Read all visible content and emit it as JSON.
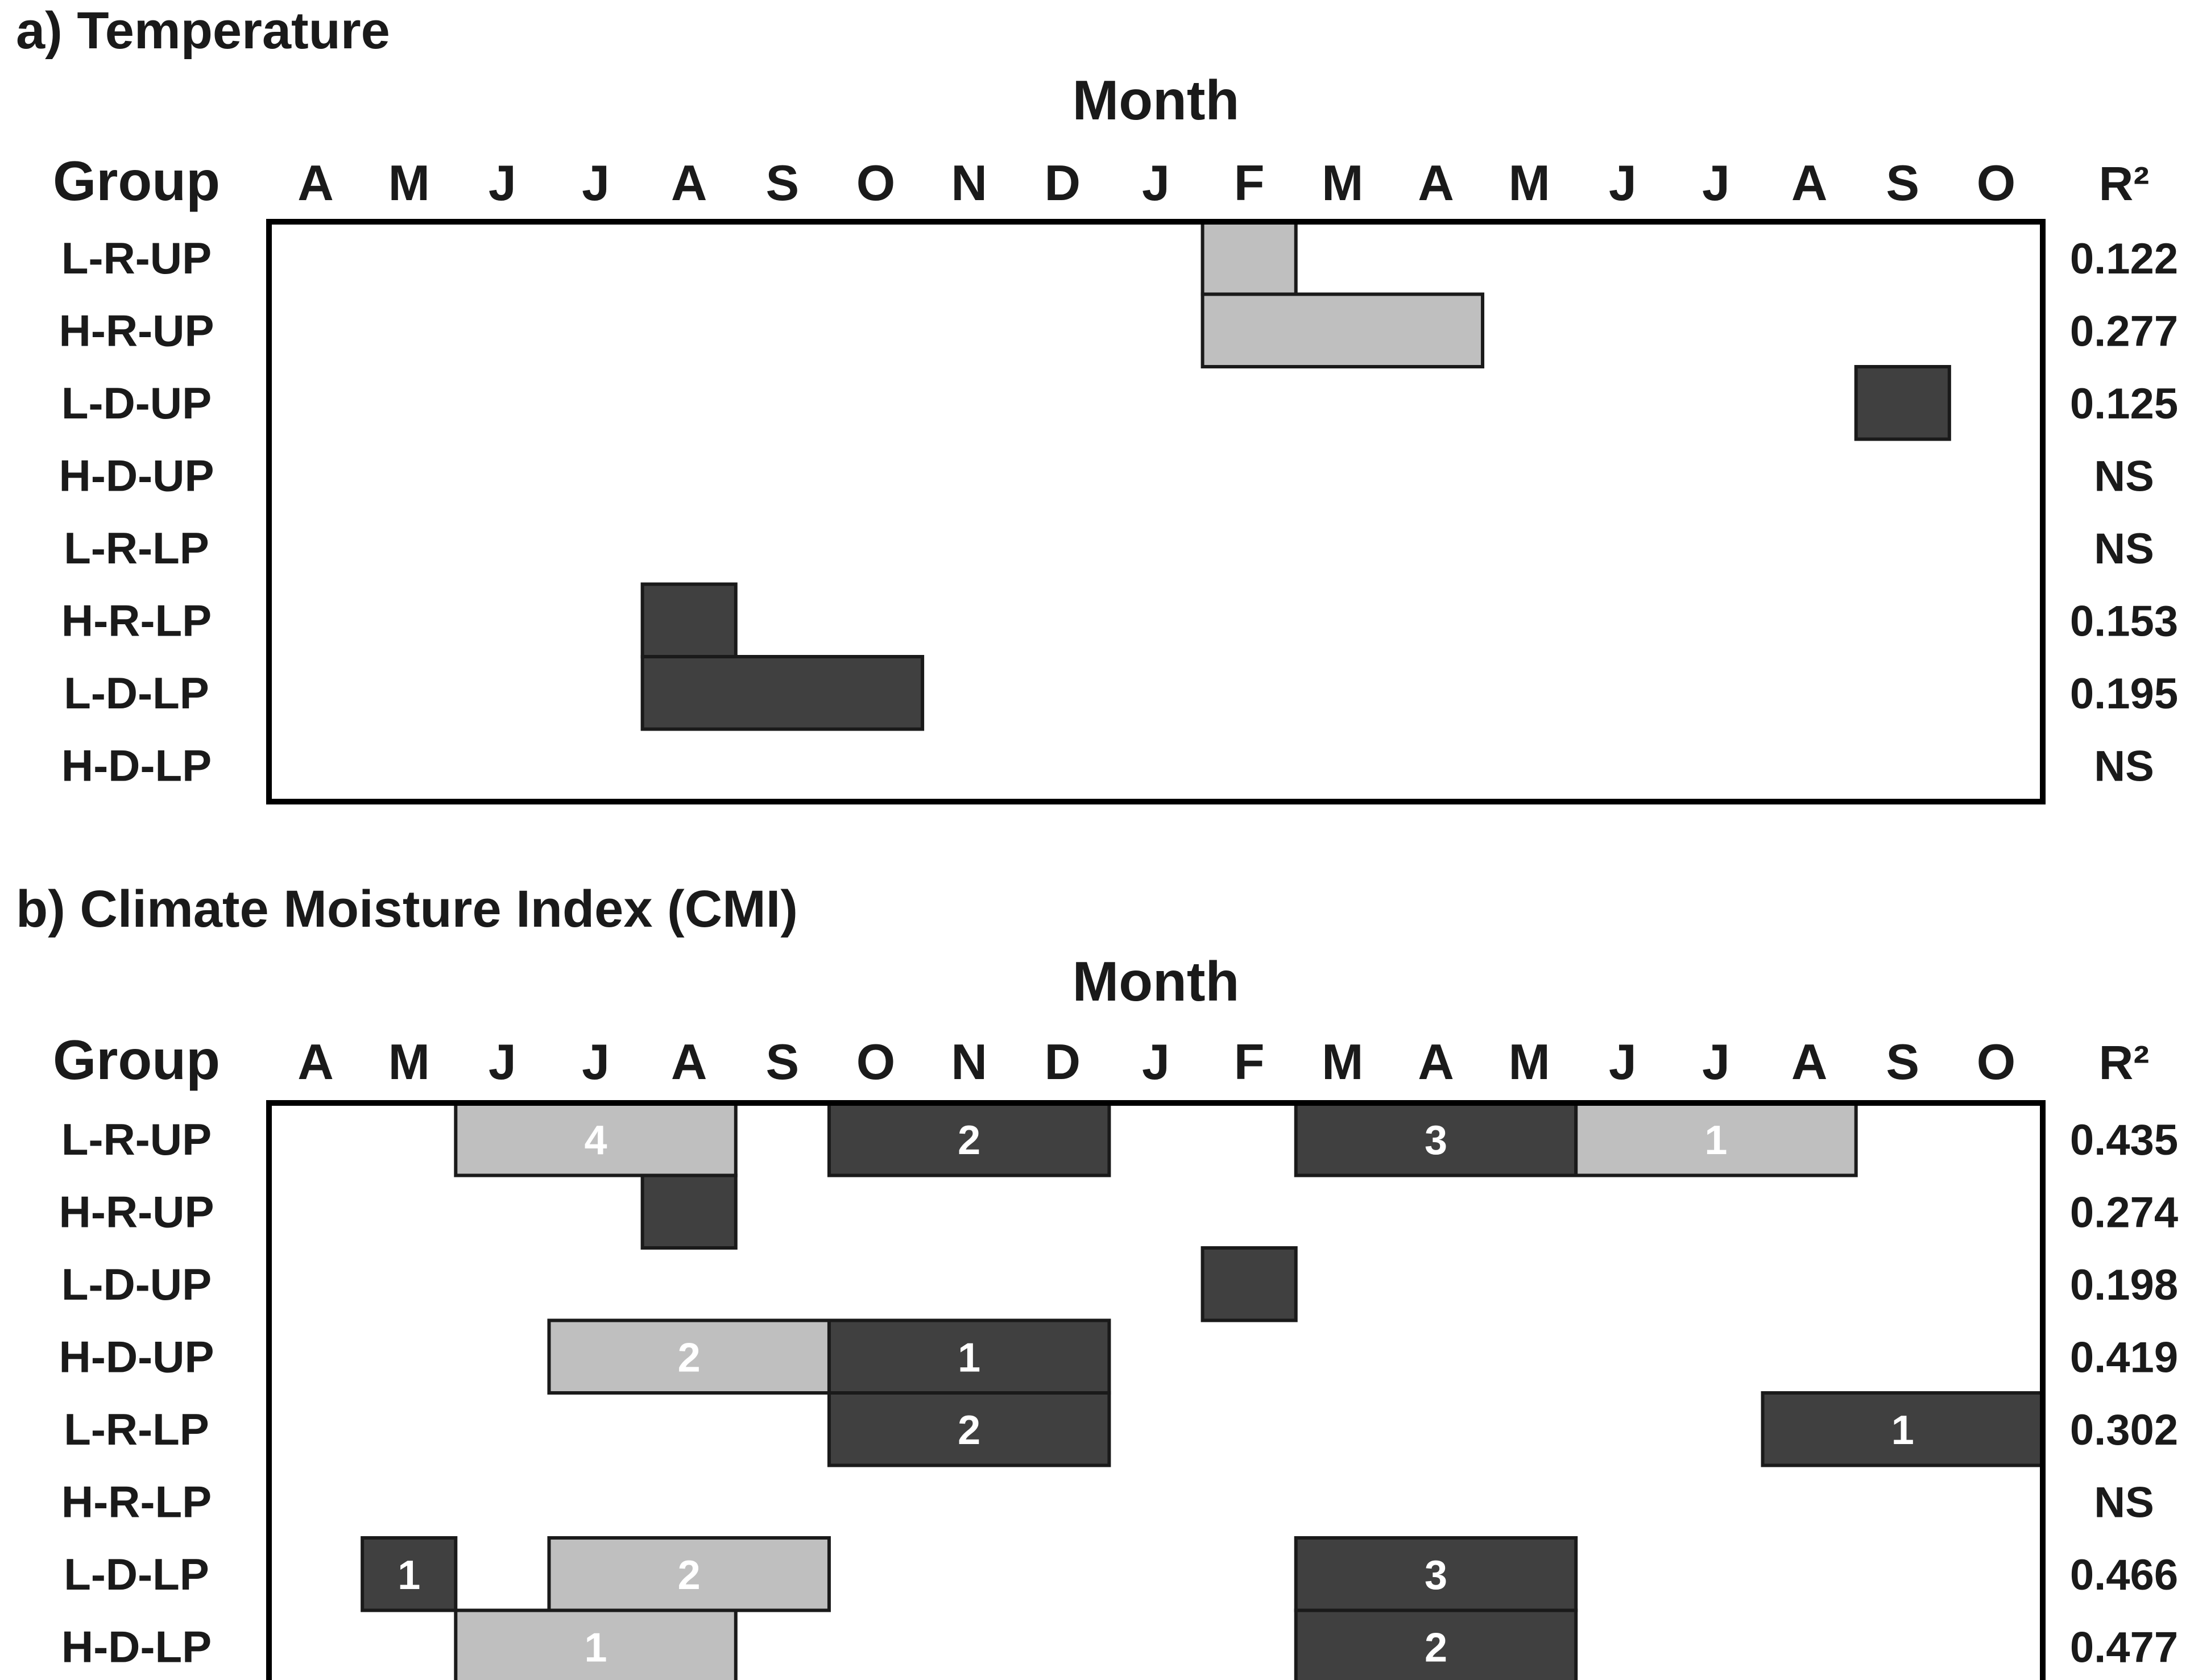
{
  "colors": {
    "positive": "#bfbfbf",
    "negative": "#404040",
    "label_on_positive": "#ffffff",
    "label_on_negative": "#ffffff",
    "frame": "#000000"
  },
  "chart_data": [
    {
      "type": "table",
      "title": "a) Temperature",
      "xlabel": "Month",
      "ylabel": "Group",
      "r2_header": "R²",
      "months": [
        "A",
        "M",
        "J",
        "J",
        "A",
        "S",
        "O",
        "N",
        "D",
        "J",
        "F",
        "M",
        "A",
        "M",
        "J",
        "J",
        "A",
        "S",
        "O"
      ],
      "groups": [
        "L-R-UP",
        "H-R-UP",
        "L-D-UP",
        "H-D-UP",
        "L-R-LP",
        "H-R-LP",
        "L-D-LP",
        "H-D-LP"
      ],
      "r2": [
        "0.122",
        "0.277",
        "0.125",
        "NS",
        "NS",
        "0.153",
        "0.195",
        "NS"
      ],
      "bars": [
        {
          "group": 0,
          "start": 10,
          "end": 10,
          "sign": "positive",
          "label": ""
        },
        {
          "group": 1,
          "start": 10,
          "end": 12,
          "sign": "positive",
          "label": ""
        },
        {
          "group": 2,
          "start": 17,
          "end": 17,
          "sign": "negative",
          "label": ""
        },
        {
          "group": 5,
          "start": 4,
          "end": 4,
          "sign": "negative",
          "label": ""
        },
        {
          "group": 6,
          "start": 4,
          "end": 6,
          "sign": "negative",
          "label": ""
        }
      ]
    },
    {
      "type": "table",
      "title": "b) Climate Moisture Index (CMI)",
      "xlabel": "Month",
      "ylabel": "Group",
      "r2_header": "R²",
      "months": [
        "A",
        "M",
        "J",
        "J",
        "A",
        "S",
        "O",
        "N",
        "D",
        "J",
        "F",
        "M",
        "A",
        "M",
        "J",
        "J",
        "A",
        "S",
        "O"
      ],
      "groups": [
        "L-R-UP",
        "H-R-UP",
        "L-D-UP",
        "H-D-UP",
        "L-R-LP",
        "H-R-LP",
        "L-D-LP",
        "H-D-LP"
      ],
      "r2": [
        "0.435",
        "0.274",
        "0.198",
        "0.419",
        "0.302",
        "NS",
        "0.466",
        "0.477"
      ],
      "bars": [
        {
          "group": 0,
          "start": 2,
          "end": 4,
          "sign": "positive",
          "label": "4"
        },
        {
          "group": 0,
          "start": 6,
          "end": 8,
          "sign": "negative",
          "label": "2"
        },
        {
          "group": 0,
          "start": 11,
          "end": 13,
          "sign": "negative",
          "label": "3"
        },
        {
          "group": 0,
          "start": 14,
          "end": 16,
          "sign": "positive",
          "label": "1"
        },
        {
          "group": 1,
          "start": 4,
          "end": 4,
          "sign": "negative",
          "label": ""
        },
        {
          "group": 2,
          "start": 10,
          "end": 10,
          "sign": "negative",
          "label": ""
        },
        {
          "group": 3,
          "start": 3,
          "end": 5,
          "sign": "positive",
          "label": "2"
        },
        {
          "group": 3,
          "start": 6,
          "end": 8,
          "sign": "negative",
          "label": "1"
        },
        {
          "group": 4,
          "start": 6,
          "end": 8,
          "sign": "negative",
          "label": "2"
        },
        {
          "group": 4,
          "start": 16,
          "end": 18,
          "sign": "negative",
          "label": "1"
        },
        {
          "group": 6,
          "start": 1,
          "end": 1,
          "sign": "negative",
          "label": "1"
        },
        {
          "group": 6,
          "start": 3,
          "end": 5,
          "sign": "positive",
          "label": "2"
        },
        {
          "group": 6,
          "start": 11,
          "end": 13,
          "sign": "negative",
          "label": "3"
        },
        {
          "group": 7,
          "start": 2,
          "end": 4,
          "sign": "positive",
          "label": "1"
        },
        {
          "group": 7,
          "start": 11,
          "end": 13,
          "sign": "negative",
          "label": "2"
        }
      ]
    }
  ]
}
